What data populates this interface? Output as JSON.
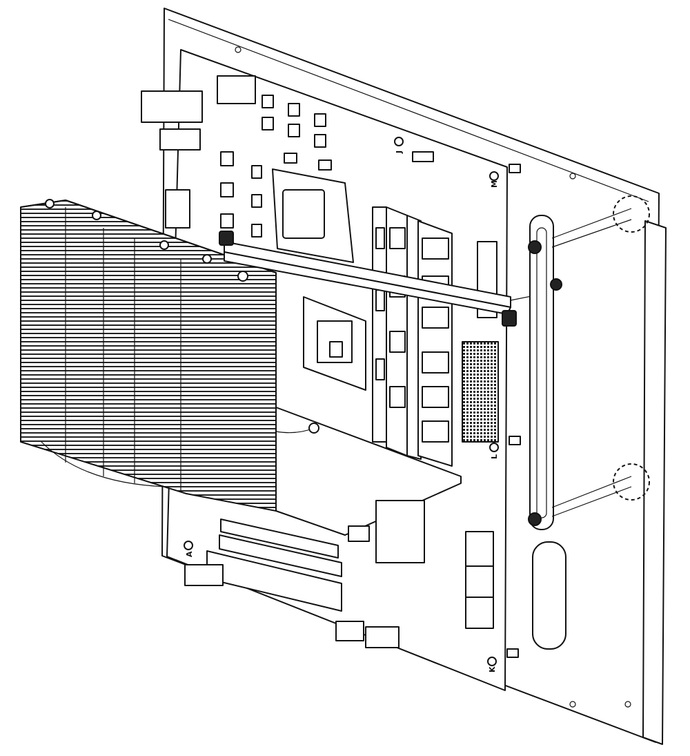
{
  "diagram": {
    "labels": {
      "j": "J",
      "m": "M",
      "l": "L",
      "a": "A",
      "k": "K"
    }
  }
}
